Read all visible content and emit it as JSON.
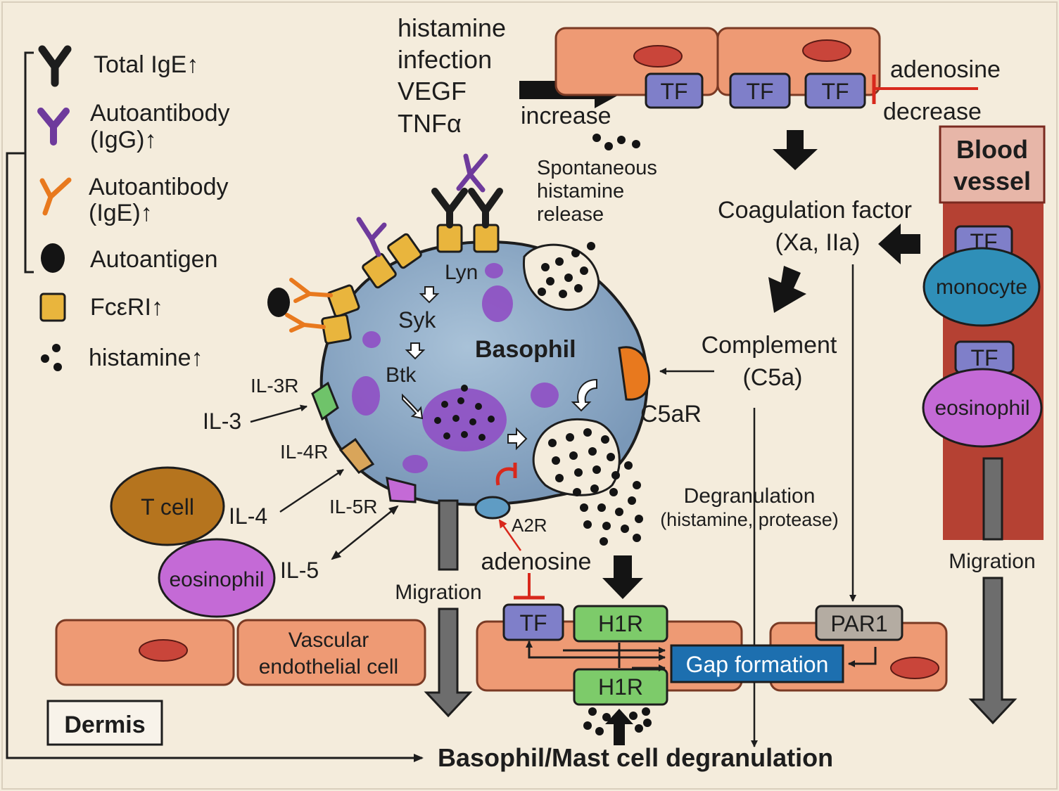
{
  "legend": {
    "total_ige": "Total IgE↑",
    "autoantibody_igg_1": "Autoantibody",
    "autoantibody_igg_2": "(IgG)↑",
    "autoantibody_ige_1": "Autoantibody",
    "autoantibody_ige_2": "(IgE)↑",
    "autoantigen": "Autoantigen",
    "fceri": "FcεRI↑",
    "histamine": "histamine↑"
  },
  "stimuli": [
    "histamine",
    "infection",
    "VEGF",
    "TNFα"
  ],
  "increase": "increase",
  "adenosine_top": "adenosine",
  "decrease": "decrease",
  "tf": "TF",
  "blood_vessel_1": "Blood",
  "blood_vessel_2": "vessel",
  "spontaneous": [
    "Spontaneous",
    "histamine",
    "release"
  ],
  "coagulation_1": "Coagulation factor",
  "coagulation_2": "(Xa, IIa)",
  "complement_1": "Complement",
  "complement_2": "(C5a)",
  "monocyte": "monocyte",
  "eosinophil": "eosinophil",
  "basophil": "Basophil",
  "lyn": "Lyn",
  "syk": "Syk",
  "btk": "Btk",
  "c5ar": "C5aR",
  "il3r": "IL-3R",
  "il3": "IL-3",
  "il4r": "IL-4R",
  "il4": "IL-4",
  "il5r": "IL-5R",
  "il5": "IL-5",
  "t_cell": "T cell",
  "a2r": "A2R",
  "adenosine_mid": "adenosine",
  "degranulation_1": "Degranulation",
  "degranulation_2": "(histamine, protease)",
  "migration": "Migration",
  "h1r": "H1R",
  "gap_formation": "Gap formation",
  "par1": "PAR1",
  "vascular_1": "Vascular",
  "vascular_2": "endothelial cell",
  "dermis": "Dermis",
  "final": "Basophil/Mast cell degranulation"
}
